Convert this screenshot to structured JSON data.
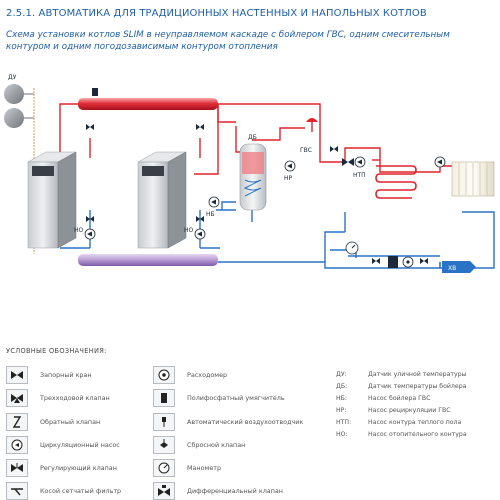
{
  "title": "2.5.1. АВТОМАТИКА ДЛЯ ТРАДИЦИОННЫХ НАСТЕННЫХ И НАПОЛЬНЫХ КОТЛОВ",
  "subtitle": "Схема установки котлов SLIM в неуправляемом каскаде с бойлером ГВС, одним смесительным контуром и одним погодозависимым контуром отопления",
  "diagram_labels": {
    "du": "ДУ",
    "db": "ДБ",
    "gvs": "ГВС",
    "nr": "НР",
    "nb": "НБ",
    "no1": "НО",
    "no2": "НО",
    "ntp": "НТП",
    "hv": "ХВ"
  },
  "legend": {
    "heading": "УСЛОВНЫЕ ОБОЗНАЧЕНИЯ:",
    "col1": [
      {
        "icon": "shutoff-valve-icon",
        "label": "Запорный кран"
      },
      {
        "icon": "three-way-valve-icon",
        "label": "Трехходовой клапан"
      },
      {
        "icon": "check-valve-icon",
        "label": "Обратный клапан"
      },
      {
        "icon": "circulation-pump-icon",
        "label": "Циркуляционный насос"
      },
      {
        "icon": "control-valve-icon",
        "label": "Регулирующий клапан"
      },
      {
        "icon": "strainer-icon",
        "label": "Косой сетчатый фильтр"
      }
    ],
    "col2": [
      {
        "icon": "flow-meter-icon",
        "label": "Расходомер"
      },
      {
        "icon": "softener-icon",
        "label": "Полифосфатный умягчитель"
      },
      {
        "icon": "air-vent-icon",
        "label": "Автоматический воздухоотводчик"
      },
      {
        "icon": "relief-valve-icon",
        "label": "Сбросной клапан"
      },
      {
        "icon": "manometer-icon",
        "label": "Манометр"
      },
      {
        "icon": "diff-valve-icon",
        "label": "Дифференциальный клапан"
      }
    ],
    "abbreviations": [
      {
        "key": "ДУ:",
        "value": "Датчик уличной температуры"
      },
      {
        "key": "ДБ:",
        "value": "Датчик температуры бойлера"
      },
      {
        "key": "НБ:",
        "value": "Насос бойлера ГВС"
      },
      {
        "key": "НР:",
        "value": "Насос рециркуляции ГВС"
      },
      {
        "key": "НТП:",
        "value": "Насос контура теплого пола"
      },
      {
        "key": "НО:",
        "value": "Насос отопительного контура"
      }
    ]
  }
}
